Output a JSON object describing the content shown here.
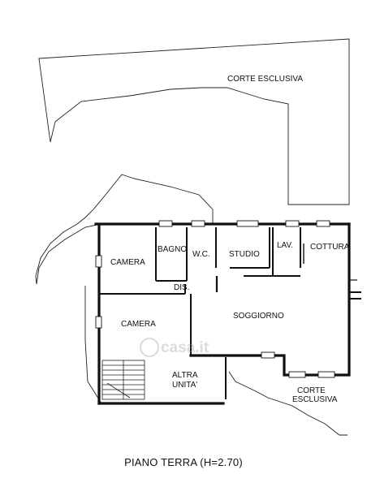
{
  "plan": {
    "labels": {
      "corte_top": "CORTE ESCLUSIVA",
      "camera_1": "CAMERA",
      "bagno": "BAGNO",
      "wc": "W.C.",
      "studio": "STUDIO",
      "lav": "LAV.",
      "cottura": "COTTURA",
      "dis": "DIS.",
      "camera_2": "CAMERA",
      "soggiorno": "SOGGIORNO",
      "altra_line1": "ALTRA",
      "altra_line2": "UNITA'",
      "corte_br_line1": "CORTE",
      "corte_br_line2": "ESCLUSIVA"
    },
    "watermark": "casa.it",
    "caption": "PIANO TERRA (H=2.70)"
  },
  "colors": {
    "line": "#111111",
    "watermark": "#9a9a9a"
  }
}
